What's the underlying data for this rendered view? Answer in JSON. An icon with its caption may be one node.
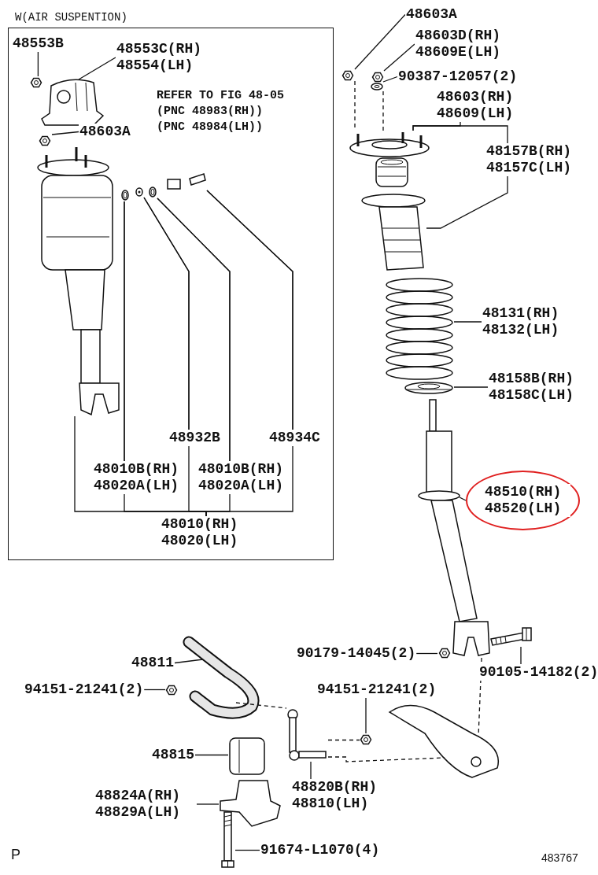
{
  "diagram": {
    "nodes": [
      {
        "text": [
          "W(AIR SUSPENTION)"
        ]
      },
      {
        "text": [
          "48553B"
        ],
        "in": 0
      },
      {
        "text": [
          "48553C(RH) 48554(LH)"
        ],
        "in": 0
      },
      {
        "text": [
          "48603A"
        ],
        "in": 0
      },
      {
        "text": [
          "REFER TO FIG 48-05 (PNC 48983(RH)) (PNC 48984(LH))"
        ],
        "in": 0
      },
      {
        "text": [
          "48932B"
        ],
        "in": 0
      },
      {
        "text": [
          "48934C"
        ],
        "in": 0
      },
      {
        "text": [
          "48010B(RH) 48020A(LH)"
        ],
        "in": 0
      },
      {
        "text": [
          "48010B(RH) 48020A(LH)"
        ],
        "in": 0
      },
      {
        "text": [
          "48010(RH) 48020(LH)"
        ],
        "in": 0
      },
      {
        "text": [
          "48603A"
        ]
      },
      {
        "text": [
          "48603D(RH) 48609E(LH)"
        ]
      },
      {
        "text": [
          "90387-12057(2)"
        ]
      },
      {
        "text": [
          "48603(RH) 48609(LH)"
        ]
      },
      {
        "text": [
          "48157B(RH) 48157C(LH)"
        ]
      },
      {
        "text": [
          "48131(RH) 48132(LH)"
        ]
      },
      {
        "text": [
          "48158B(RH) 48158C(LH)"
        ]
      },
      {
        "text": [
          "48510(RH) 48520(LH)"
        ]
      },
      {
        "text": [
          "90179-14045(2)"
        ]
      },
      {
        "text": [
          "90105-14182(2)"
        ]
      },
      {
        "text": [
          "48811"
        ]
      },
      {
        "text": [
          "94151-21241(2)"
        ]
      },
      {
        "text": [
          "94151-21241(2)"
        ]
      },
      {
        "text": [
          "48815"
        ]
      },
      {
        "text": [
          "48820B(RH) 48810(LH)"
        ]
      },
      {
        "text": [
          "48824A(RH) 48829A(LH)"
        ]
      },
      {
        "text": [
          "91674-L1070(4)"
        ]
      },
      {
        "text": [],
        "shape": "picture",
        "in": 0
      },
      {
        "text": [],
        "shape": "picture",
        "in": 0
      },
      {
        "text": [],
        "shape": "picture",
        "in": 0
      },
      {
        "text": [],
        "shape": "picture",
        "in": 0
      },
      {
        "text": [],
        "shape": "picture",
        "in": 0
      },
      {
        "text": [],
        "shape": "picture",
        "in": 0
      },
      {
        "text": [],
        "shape": "picture",
        "in": 0
      },
      {
        "text": [],
        "shape": "picture",
        "in": 0
      },
      {
        "text": [],
        "shape": "picture"
      },
      {
        "text": [],
        "shape": "picture"
      },
      {
        "text": [],
        "shape": "picture"
      },
      {
        "text": [],
        "shape": "picture"
      },
      {
        "text": [],
        "shape": "picture"
      },
      {
        "text": [],
        "shape": "picture"
      },
      {
        "text": [],
        "shape": "picture"
      },
      {
        "text": [],
        "shape": "picture"
      },
      {
        "text": [],
        "shape": "picture"
      },
      {
        "text": [],
        "shape": "picture"
      },
      {
        "text": [],
        "shape": "picture"
      },
      {
        "text": [],
        "shape": "picture"
      },
      {
        "text": [],
        "shape": "picture"
      },
      {
        "text": [],
        "shape": "picture"
      },
      {
        "text": [],
        "shape": "picture"
      },
      {
        "text": [],
        "shape": "picture"
      },
      {
        "text": [],
        "shape": "picture"
      },
      {
        "text": [],
        "shape": "picture"
      },
      {
        "text": [],
        "shape": "picture"
      }
    ],
    "edges": [
      {
        "from": 1,
        "to": 27,
        "arrow": "none"
      },
      {
        "from": 2,
        "to": 28,
        "arrow": "none"
      },
      {
        "from": 3,
        "to": 29,
        "arrow": "none"
      },
      {
        "from": 5,
        "to": 32,
        "arrow": "none"
      },
      {
        "from": 6,
        "to": 34,
        "arrow": "none"
      },
      {
        "from": 7,
        "to": 31,
        "arrow": "none"
      },
      {
        "from": 8,
        "to": 33,
        "arrow": "none"
      },
      {
        "from": 9,
        "to": 30,
        "arrow": "none"
      },
      {
        "from": 9,
        "to": 31,
        "arrow": "none"
      },
      {
        "from": 9,
        "to": 32,
        "arrow": "none"
      },
      {
        "from": 9,
        "to": 33,
        "arrow": "none"
      },
      {
        "from": 9,
        "to": 34,
        "arrow": "none"
      },
      {
        "from": 10,
        "to": 35,
        "arrow": "none"
      },
      {
        "from": 11,
        "to": 36,
        "arrow": "none"
      },
      {
        "from": 12,
        "to": 37,
        "arrow": "none"
      },
      {
        "from": 13,
        "to": 38,
        "arrow": "none"
      },
      {
        "from": 14,
        "to": 38,
        "arrow": "none"
      },
      {
        "from": 14,
        "to": 40,
        "arrow": "none"
      },
      {
        "from": 15,
        "to": 41,
        "arrow": "none"
      },
      {
        "from": 16,
        "to": 42,
        "arrow": "none"
      },
      {
        "from": 17,
        "to": 43,
        "arrow": "none"
      },
      {
        "from": 18,
        "to": 45,
        "arrow": "none"
      },
      {
        "from": 19,
        "to": 44,
        "arrow": "none"
      },
      {
        "from": 20,
        "to": 46,
        "arrow": "none"
      },
      {
        "from": 21,
        "to": 47,
        "arrow": "none"
      },
      {
        "from": 22,
        "to": 52,
        "arrow": "none"
      },
      {
        "from": 23,
        "to": 48,
        "arrow": "none"
      },
      {
        "from": 24,
        "to": 51,
        "arrow": "none"
      },
      {
        "from": 25,
        "to": 49,
        "arrow": "none"
      },
      {
        "from": 26,
        "to": 50,
        "arrow": "none"
      },
      {
        "from": 35,
        "to": 38,
        "arrow": "none",
        "style": "dashed"
      },
      {
        "from": 37,
        "to": 38,
        "arrow": "none",
        "style": "dashed"
      },
      {
        "from": 43,
        "to": 53,
        "arrow": "none",
        "style": "dashed"
      },
      {
        "from": 46,
        "to": 51,
        "arrow": "none",
        "style": "dashed"
      },
      {
        "from": 51,
        "to": 52,
        "arrow": "none",
        "style": "dashed"
      },
      {
        "from": 51,
        "to": 53,
        "arrow": "none",
        "style": "dashed"
      }
    ],
    "labels": [
      "P",
      "483767"
    ]
  }
}
